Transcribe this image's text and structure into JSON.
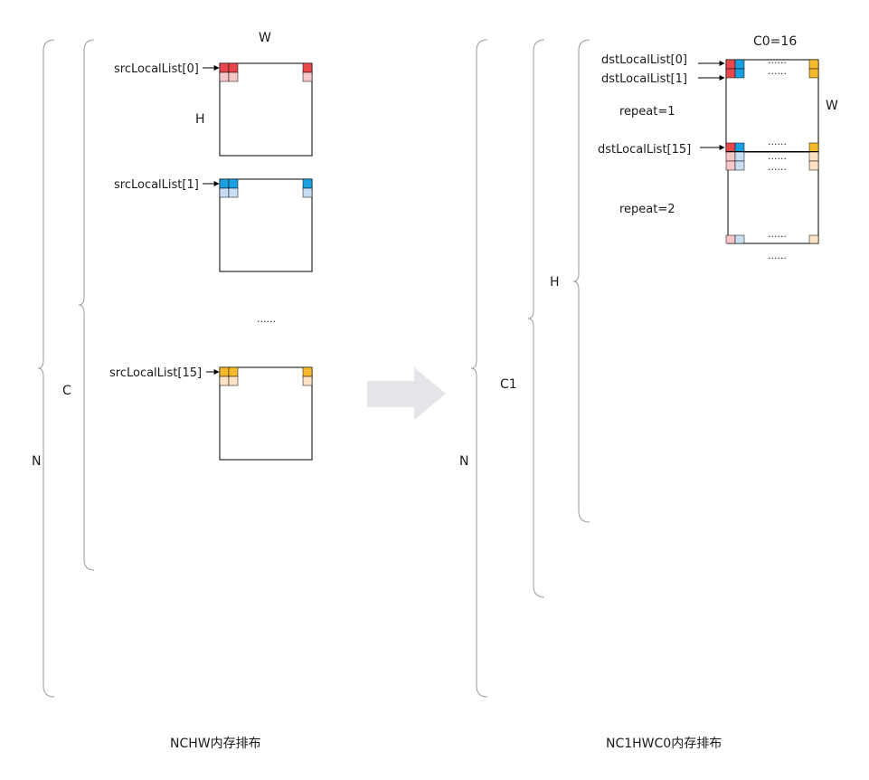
{
  "left": {
    "dims": {
      "n": "N",
      "c": "C",
      "h": "H",
      "w": "W"
    },
    "src_labels": [
      "srcLocalList[0]",
      "srcLocalList[1]",
      "srcLocalList[15]"
    ],
    "ellipsis": "......",
    "caption": "NCHW内存排布"
  },
  "right": {
    "dims": {
      "n": "N",
      "c1": "C1",
      "h": "H",
      "w": "W",
      "c0": "C0=16"
    },
    "dst_labels": [
      "dstLocalList[0]",
      "dstLocalList[1]",
      "dstLocalList[15]"
    ],
    "repeat_labels": [
      "repeat=1",
      "repeat=2"
    ],
    "ellipsis": "......",
    "caption": "NC1HWC0内存排布"
  },
  "colors": {
    "red": "#e8474c",
    "red_light": "#f7c6c8",
    "blue": "#1aa0e0",
    "blue_light": "#c8def2",
    "orange": "#f6b92b",
    "orange_light": "#fde3c4",
    "arrow": "#e3e5e8",
    "line": "#000000",
    "brace": "#9a9a9a"
  }
}
